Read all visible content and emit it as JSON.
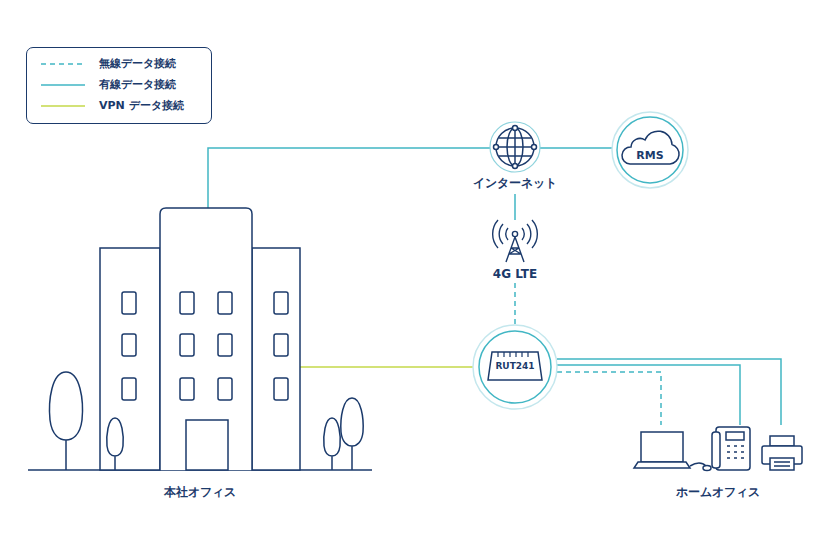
{
  "diagram": {
    "nodes": [
      {
        "text": [
          "インターネット"
        ]
      },
      {
        "text": [
          "RMS"
        ]
      },
      {
        "text": [
          "4G LTE"
        ]
      },
      {
        "text": [
          "RUT241"
        ]
      },
      {
        "text": [
          "本社オフィス"
        ]
      },
      {
        "text": [
          "ホームオフィス"
        ]
      }
    ],
    "edges": [
      {
        "from": 4,
        "to": 0,
        "arrow": "none"
      },
      {
        "from": 0,
        "to": 1,
        "arrow": "none"
      },
      {
        "from": 0,
        "to": 2,
        "arrow": "none"
      },
      {
        "from": 2,
        "to": 3,
        "arrow": "none"
      },
      {
        "from": 4,
        "to": 3,
        "arrow": "none"
      },
      {
        "from": 3,
        "to": 5,
        "arrow": "none"
      },
      {
        "from": 3,
        "to": 5,
        "arrow": "none"
      },
      {
        "from": 3,
        "to": 5,
        "arrow": "none"
      }
    ],
    "legend": [
      {
        "text": "無線データ接続"
      },
      {
        "text": "有線データ接続"
      },
      {
        "text": "VPN データ接続"
      }
    ]
  }
}
